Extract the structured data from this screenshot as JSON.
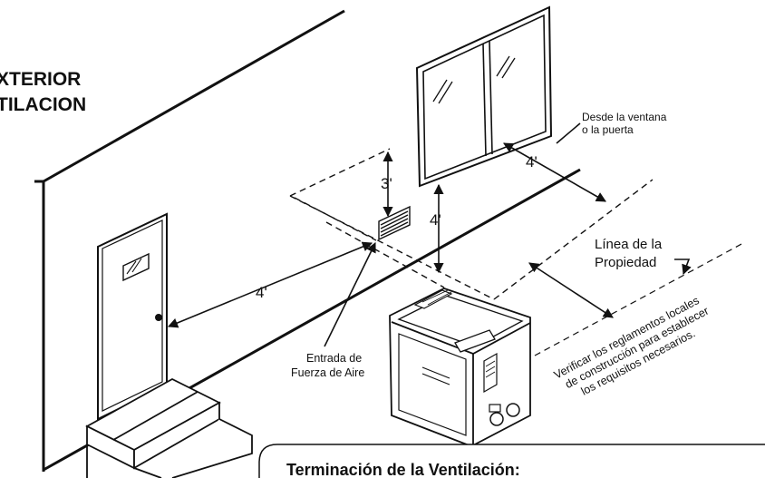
{
  "heading": {
    "line1": "XTERIOR",
    "line2": "TILACION"
  },
  "labels": {
    "window_note_1": "Desde la ventana",
    "window_note_2": "o la puerta",
    "dim_3ft": "3'",
    "dim_4ft_vertical": "4'",
    "dim_4ft_window": "4'",
    "dim_4ft_door": "4'",
    "property_line_1": "Línea de la",
    "property_line_2": "Propiedad",
    "intake_1": "Entrada de",
    "intake_2": "Fuerza de Aire",
    "codes_1": "Verificar los reglamentos locales",
    "codes_2": "de construcción para establecer",
    "codes_3": "los requisitos necesarios."
  },
  "panel": {
    "title": "Terminación de la Ventilación:"
  }
}
